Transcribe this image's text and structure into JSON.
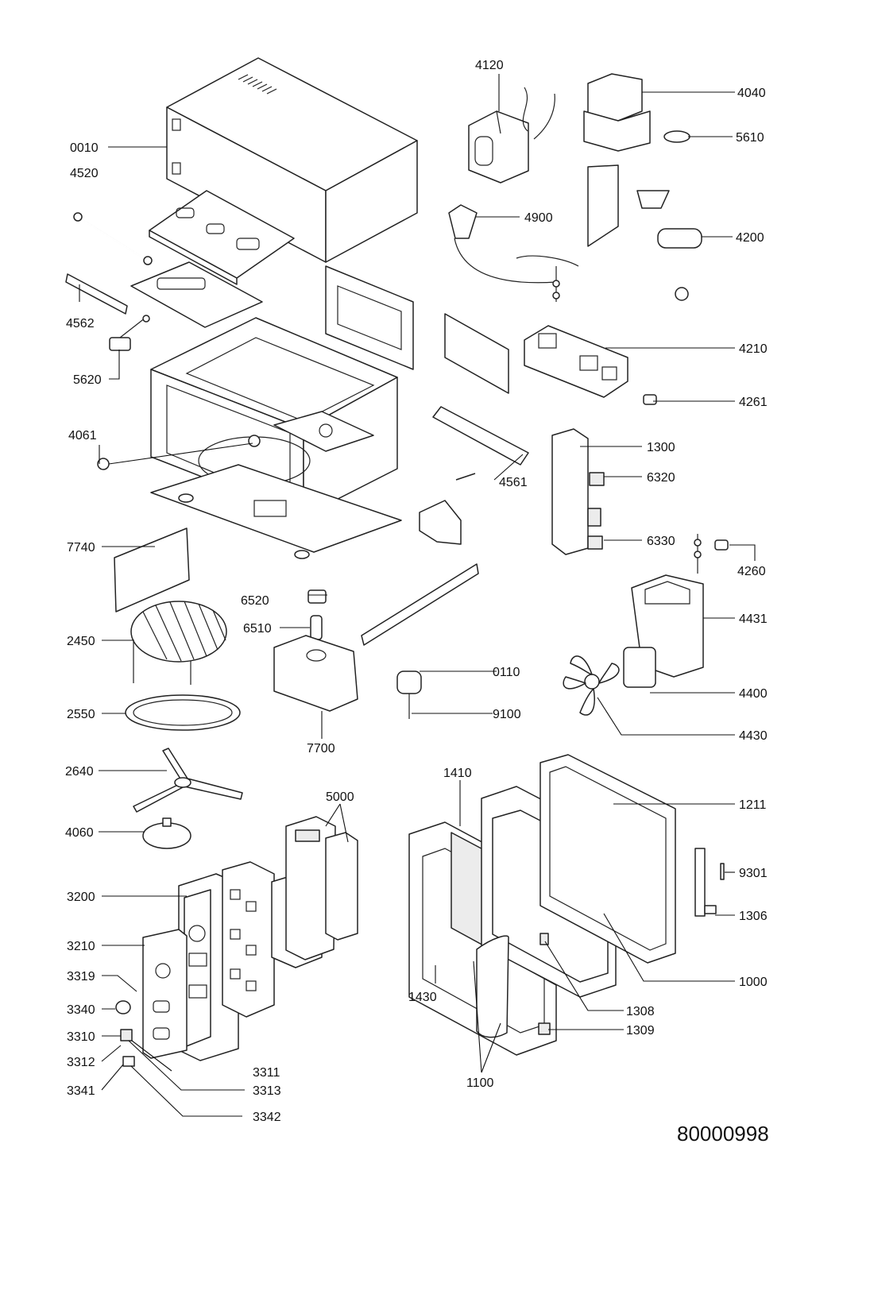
{
  "diagram": {
    "type": "exploded-parts-view",
    "document_number": "80000998",
    "part_numbers": [
      "0010",
      "4520",
      "4562",
      "5620",
      "4061",
      "7740",
      "2450",
      "2550",
      "2640",
      "4060",
      "3200",
      "3210",
      "3319",
      "3340",
      "3310",
      "3312",
      "3341",
      "3311",
      "3313",
      "3342",
      "4120",
      "4040",
      "5610",
      "4900",
      "4200",
      "4210",
      "4261",
      "4561",
      "1300",
      "6320",
      "6330",
      "4260",
      "4431",
      "6520",
      "6510",
      "0110",
      "9100",
      "4400",
      "4430",
      "7700",
      "1410",
      "5000",
      "1211",
      "9301",
      "1306",
      "1000",
      "1430",
      "1308",
      "1309",
      "1100"
    ]
  }
}
